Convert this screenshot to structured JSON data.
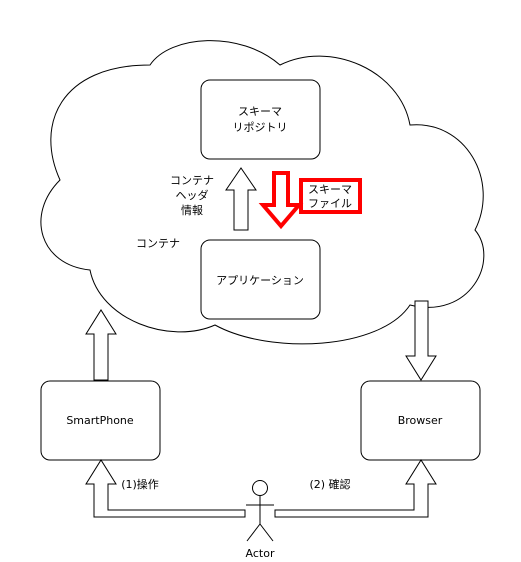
{
  "nodes": {
    "schema_repo": {
      "line1": "スキーマ",
      "line2": "リポジトリ"
    },
    "application": {
      "label": "アプリケーション"
    },
    "smartphone": {
      "label": "SmartPhone"
    },
    "browser": {
      "label": "Browser"
    },
    "actor": {
      "label": "Actor"
    }
  },
  "labels": {
    "cloud": "コンテナ",
    "header": {
      "line1": "コンテナ",
      "line2": "ヘッダ",
      "line3": "情報"
    },
    "schema_file": {
      "line1": "スキーマ",
      "line2": "ファイル"
    },
    "operation": "(1)操作",
    "confirm": "(2) 確認"
  },
  "colors": {
    "line": "#000000",
    "highlight": "#ff0000",
    "fill": "#ffffff"
  }
}
